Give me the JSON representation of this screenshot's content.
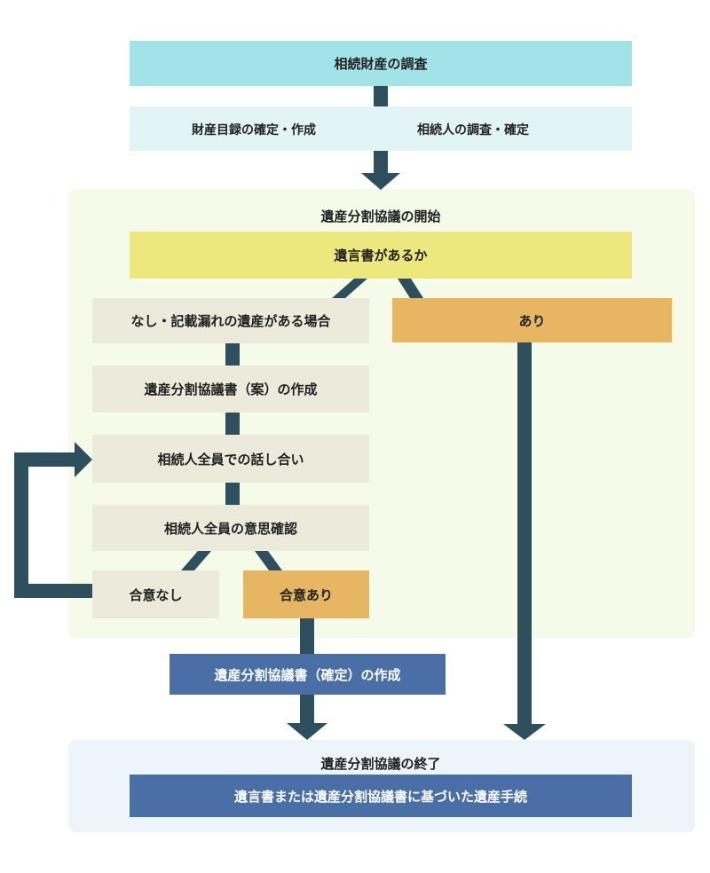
{
  "colors": {
    "cyan": "#a2e3e7",
    "light_cyan": "#e2f4f6",
    "yellow": "#ede87d",
    "beige": "#ebeadb",
    "orange": "#e6b663",
    "navy": "#4a6fa6",
    "dark_teal": "#2e4f5e",
    "panel_green": "#f6fae8",
    "panel_blue": "#edf5fb"
  },
  "step1": {
    "title": "相続財産の調査",
    "left": "財産目録の確定・作成",
    "right": "相続人の調査・確定"
  },
  "step2": {
    "title": "遺産分割協議の開始",
    "question": "遺言書があるか",
    "no_will": "なし・記載漏れの遺産がある場合",
    "has_will": "あり",
    "draft": "遺産分割協議書（案）の作成",
    "discussion": "相続人全員での話し合い",
    "confirmation": "相続人全員の意思確認",
    "disagree": "合意なし",
    "agree": "合意あり"
  },
  "finalize": "遺産分割協議書（確定）の作成",
  "step3": {
    "title": "遺産分割協議の終了",
    "result": "遺言書または遺産分割協議書に基づいた遺産手続"
  }
}
